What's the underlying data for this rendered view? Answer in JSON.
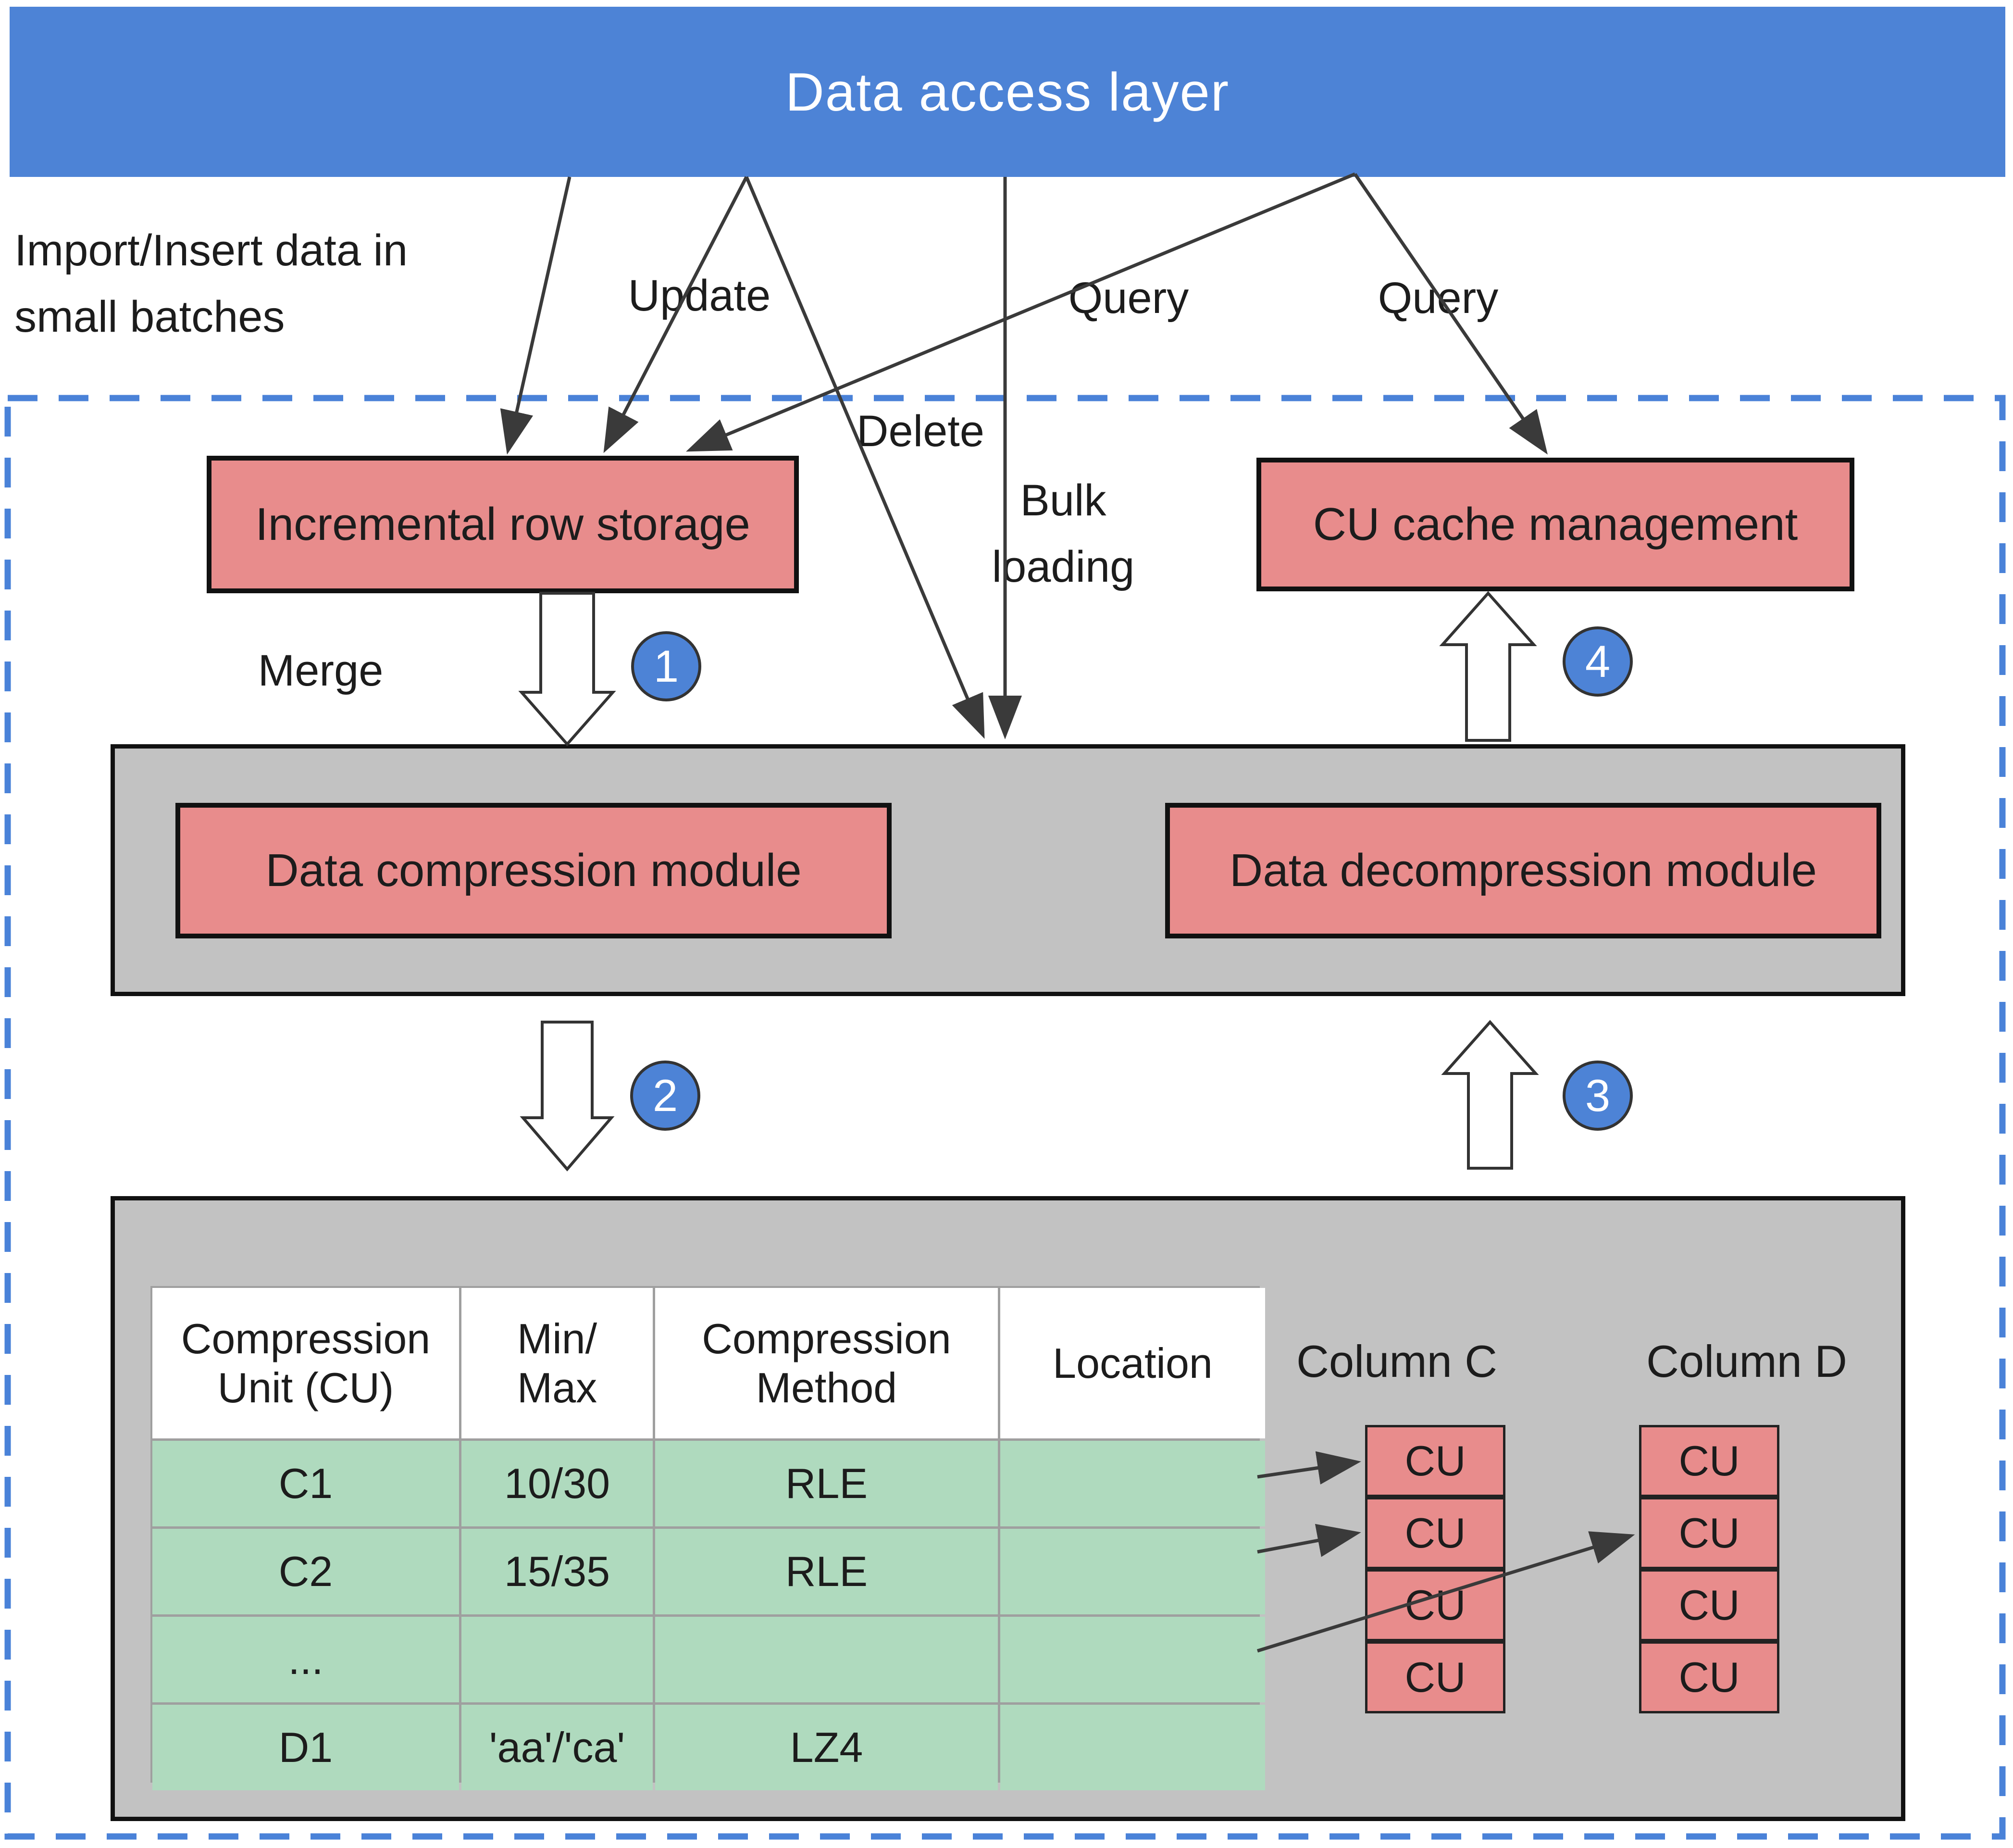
{
  "banner": {
    "title": "Data access layer"
  },
  "labels": {
    "import_insert": "Import/Insert data in\nsmall batches",
    "update": "Update",
    "query_left": "Query",
    "query_right": "Query",
    "delete": "Delete",
    "bulk_loading": "Bulk\nloading",
    "merge": "Merge"
  },
  "boxes": {
    "incremental_row_storage": "Incremental row storage",
    "cu_cache_management": "CU cache management",
    "data_compression_module": "Data compression module",
    "data_decompression_module": "Data decompression module"
  },
  "steps": {
    "step1": "1",
    "step2": "2",
    "step3": "3",
    "step4": "4"
  },
  "table": {
    "headers": [
      "Compression\nUnit (CU)",
      "Min/\nMax",
      "Compression\nMethod",
      "Location"
    ],
    "rows": [
      [
        "C1",
        "10/30",
        "RLE",
        ""
      ],
      [
        "C2",
        "15/35",
        "RLE",
        ""
      ],
      [
        "...",
        "",
        "",
        ""
      ],
      [
        "D1",
        "'aa'/'ca'",
        "LZ4",
        ""
      ]
    ]
  },
  "columns": {
    "c": {
      "label": "Column C",
      "cells": [
        "CU",
        "CU",
        "CU",
        "CU"
      ]
    },
    "d": {
      "label": "Column D",
      "cells": [
        "CU",
        "CU",
        "CU",
        "CU"
      ]
    }
  },
  "colors": {
    "banner_blue": "#4d83d6",
    "dashed_border_blue": "#4a82d8",
    "module_red": "#e88c8c",
    "container_gray": "#c2c2c2",
    "table_row_green": "#afdabe",
    "line_dark": "#3a3a3a"
  }
}
